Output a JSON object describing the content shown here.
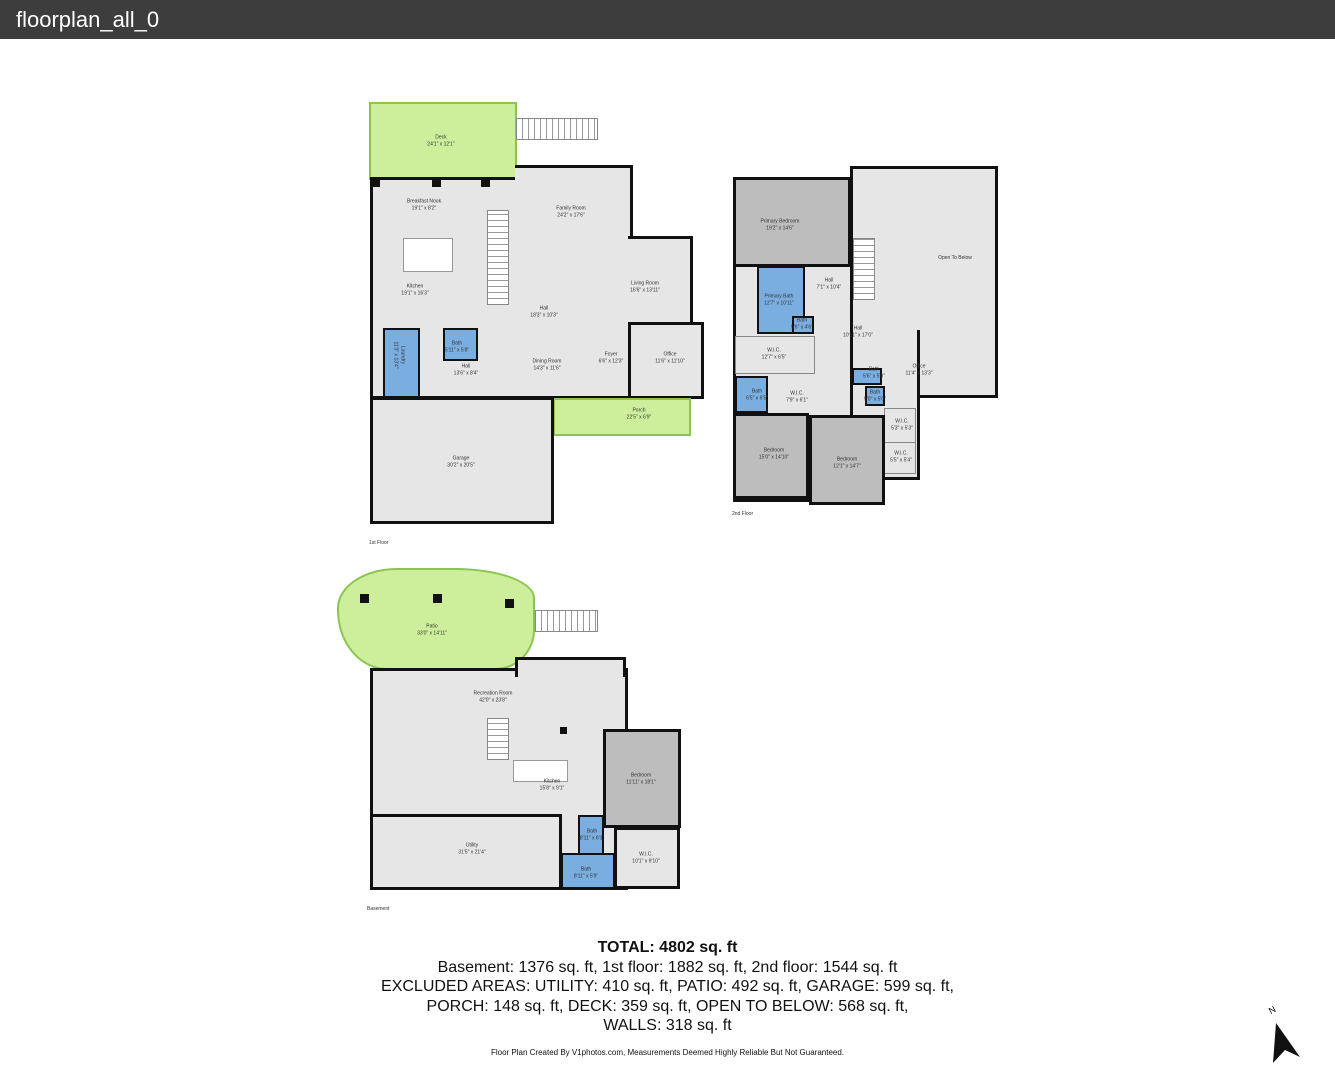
{
  "title": "floorplan_all_0",
  "floors": {
    "first": {
      "label": "1st Floor",
      "rooms": [
        {
          "name": "Deck",
          "dim": "24'1\" x 12'1\""
        },
        {
          "name": "Breakfast Nook",
          "dim": "19'1\" x 8'2\""
        },
        {
          "name": "Family Room",
          "dim": "24'2\" x 17'6\""
        },
        {
          "name": "Kitchen",
          "dim": "19'1\" x 16'3\""
        },
        {
          "name": "Living Room",
          "dim": "16'6\" x 13'11\""
        },
        {
          "name": "Hall",
          "dim": "18'3\" x 10'3\""
        },
        {
          "name": "Laundry",
          "dim": "11'3\" x 13'4\""
        },
        {
          "name": "Bath",
          "dim": "5'11\" x 5'8\""
        },
        {
          "name": "Hall",
          "dim": "13'6\" x 8'4\""
        },
        {
          "name": "Dining Room",
          "dim": "14'3\" x 11'6\""
        },
        {
          "name": "Foyer",
          "dim": "6'6\" x 12'3\""
        },
        {
          "name": "Office",
          "dim": "11'6\" x 11'10\""
        },
        {
          "name": "Porch",
          "dim": "22'5\" x 6'9\""
        },
        {
          "name": "Garage",
          "dim": "30'2\" x 20'5\""
        }
      ]
    },
    "second": {
      "label": "2nd Floor",
      "rooms": [
        {
          "name": "Primary Bedroom",
          "dim": "19'2\" x 14'6\""
        },
        {
          "name": "Open To Below",
          "dim": ""
        },
        {
          "name": "Primary Bath",
          "dim": "12'7\" x 10'11\""
        },
        {
          "name": "Hall",
          "dim": "7'1\" x 10'4\""
        },
        {
          "name": "Bath",
          "dim": "5'6\" x 4'6\""
        },
        {
          "name": "Hall",
          "dim": "10'11\" x 17'0\""
        },
        {
          "name": "W.I.C.",
          "dim": "12'7\" x 6'5\""
        },
        {
          "name": "Office",
          "dim": "11'4\" x 13'3\""
        },
        {
          "name": "Bath",
          "dim": "5'6\" x 5'0\""
        },
        {
          "name": "Bath",
          "dim": "5'0\" x 5'0\""
        },
        {
          "name": "Bath",
          "dim": "6'5\" x 6'5\""
        },
        {
          "name": "W.I.C.",
          "dim": "7'9\" x 6'1\""
        },
        {
          "name": "W.I.C.",
          "dim": "5'3\" x 5'3\""
        },
        {
          "name": "W.I.C.",
          "dim": "5'5\" x 5'4\""
        },
        {
          "name": "Bedroom",
          "dim": "15'0\" x 14'10\""
        },
        {
          "name": "Bedroom",
          "dim": "12'1\" x 14'7\""
        }
      ]
    },
    "basement": {
      "label": "Basement",
      "rooms": [
        {
          "name": "Patio",
          "dim": "33'0\" x 14'11\""
        },
        {
          "name": "Recreation Room",
          "dim": "42'0\" x 23'8\""
        },
        {
          "name": "Kitchen",
          "dim": "15'8\" x 9'1\""
        },
        {
          "name": "Bedroom",
          "dim": "11'11\" x 18'1\""
        },
        {
          "name": "Utility",
          "dim": "31'5\" x 21'4\""
        },
        {
          "name": "Bath",
          "dim": "8'11\" x 6'3\""
        },
        {
          "name": "Bath",
          "dim": "8'11\" x 5'9\""
        },
        {
          "name": "W.I.C.",
          "dim": "10'1\" x 9'10\""
        }
      ]
    }
  },
  "summary": {
    "total": "TOTAL: 4802 sq. ft",
    "line1": "Basement: 1376 sq. ft, 1st floor: 1882 sq. ft, 2nd floor: 1544 sq. ft",
    "line2": "EXCLUDED AREAS: UTILITY: 410 sq. ft, PATIO: 492 sq. ft, GARAGE: 599 sq. ft,",
    "line3": "PORCH: 148 sq. ft, DECK: 359 sq. ft, OPEN TO BELOW: 568 sq. ft,",
    "line4": "WALLS: 318 sq. ft"
  },
  "footer": "Floor Plan Created By V1photos.com, Measurements Deemed Highly Reliable But Not Guaranteed.",
  "compass": "N"
}
